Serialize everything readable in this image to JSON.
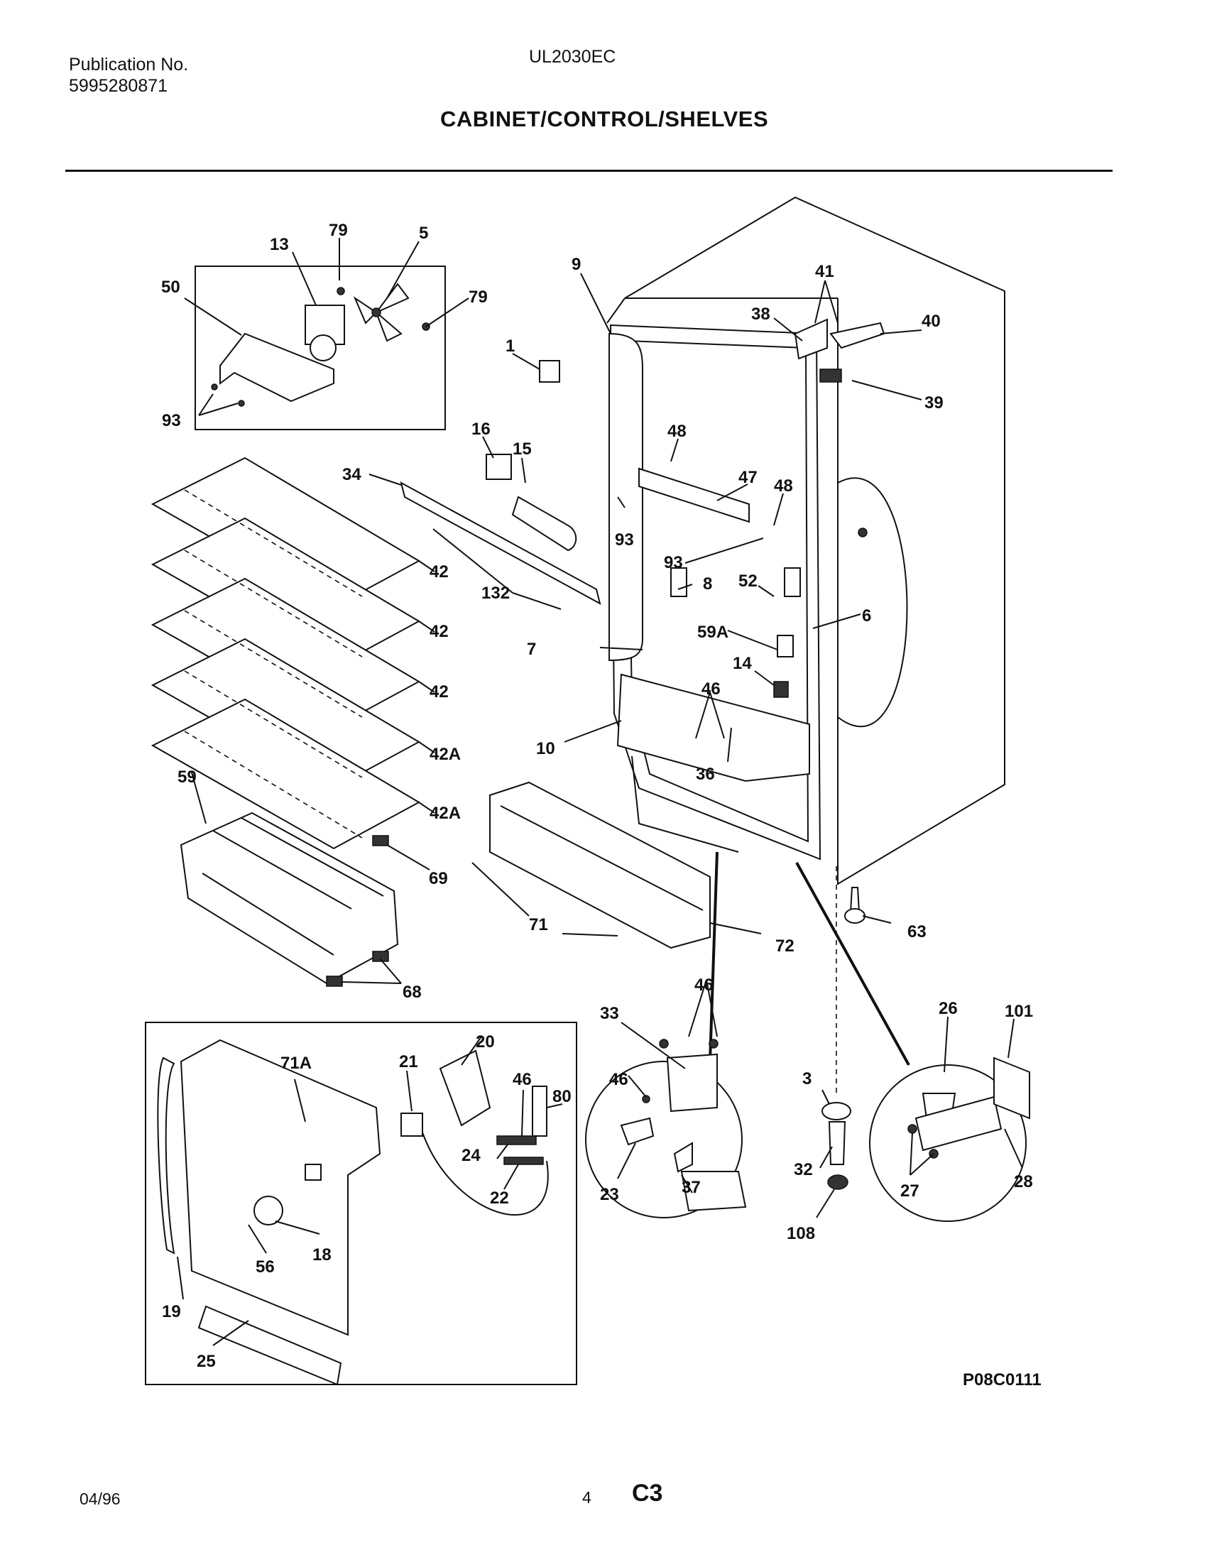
{
  "header": {
    "publication_label": "Publication No.",
    "publication_number": "5995280871",
    "model": "UL2030EC",
    "title": "CABINET/CONTROL/SHELVES"
  },
  "callouts": {
    "c13": "13",
    "c79a": "79",
    "c5": "5",
    "c50": "50",
    "c79b": "79",
    "c93a": "93",
    "c9": "9",
    "c41": "41",
    "c38": "38",
    "c40": "40",
    "c39": "39",
    "c1": "1",
    "c16": "16",
    "c15": "15",
    "c48a": "48",
    "c34": "34",
    "c47": "47",
    "c48b": "48",
    "c93b": "93",
    "c93c": "93",
    "c42a": "42",
    "c132": "132",
    "c8": "8",
    "c52": "52",
    "c6": "6",
    "c42b": "42",
    "c59A": "59A",
    "c7": "7",
    "c14": "14",
    "c42c": "42",
    "c46a": "46",
    "c10": "10",
    "c42Aa": "42A",
    "c36": "36",
    "c59": "59",
    "c42Ab": "42A",
    "c69": "69",
    "c63": "63",
    "c71": "71",
    "c72": "72",
    "c68": "68",
    "c46b": "46",
    "c26": "26",
    "c101": "101",
    "c33": "33",
    "c71A": "71A",
    "c20": "20",
    "c21": "21",
    "c46c": "46",
    "c80": "80",
    "c46d": "46",
    "c3": "3",
    "c24": "24",
    "c22": "22",
    "c23": "23",
    "c37": "37",
    "c32": "32",
    "c27": "27",
    "c28": "28",
    "c108": "108",
    "c18": "18",
    "c56": "56",
    "c19": "19",
    "c25": "25"
  },
  "footer": {
    "drawing_number": "P08C0111",
    "date": "04/96",
    "page": "4",
    "section": "C3"
  }
}
